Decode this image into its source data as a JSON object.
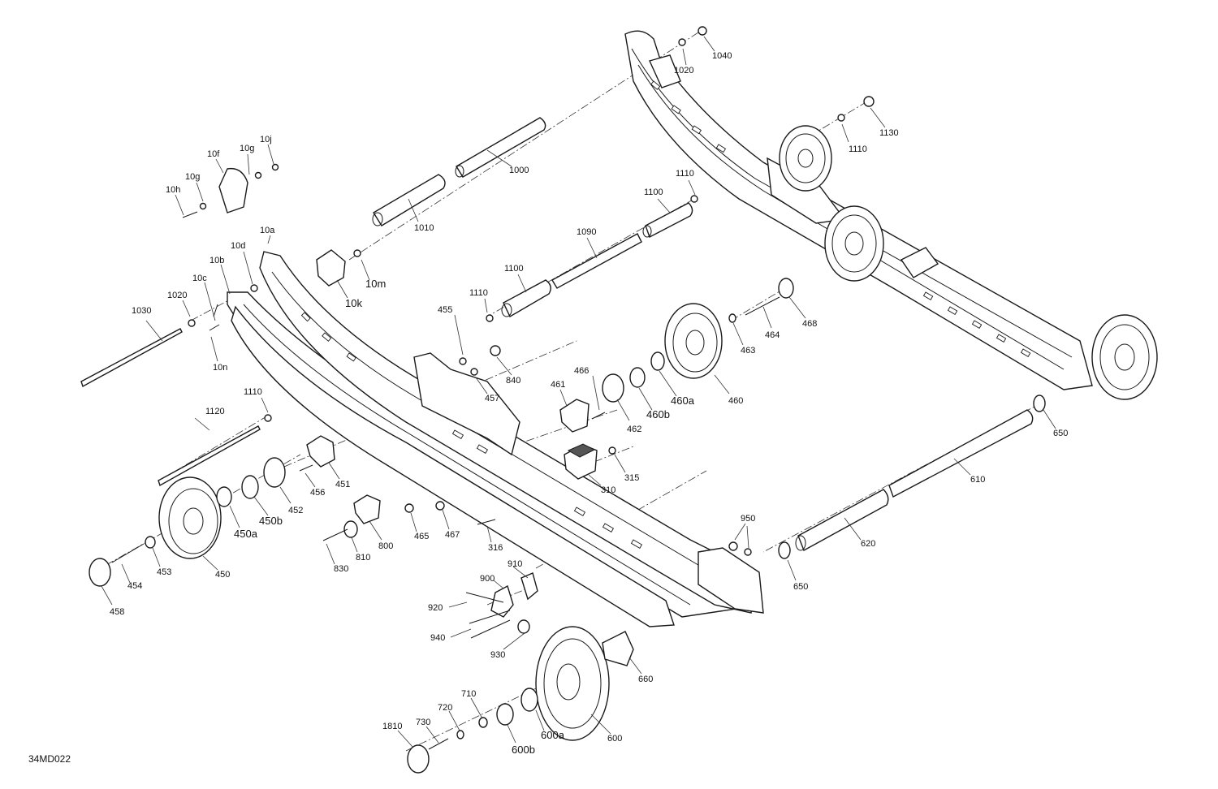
{
  "figure": {
    "id": "34MD022"
  },
  "labels": {
    "l1040": "1040",
    "l1020a": "1020",
    "l1130": "1130",
    "l1110a": "1110",
    "l1000": "1000",
    "l1010": "1010",
    "l1110b": "1110",
    "l1100a": "1100",
    "l1090": "1090",
    "l1100b": "1100",
    "l1110c": "1110",
    "l10f": "10f",
    "l10g1": "10g",
    "l10j": "10j",
    "l10g2": "10g",
    "l10h": "10h",
    "l10a": "10a",
    "l10d": "10d",
    "l10b": "10b",
    "l10c": "10c",
    "l10n": "10n",
    "l10m": "10m",
    "l10k": "10k",
    "l1020b": "1020",
    "l1030": "1030",
    "l455": "455",
    "l840": "840",
    "l457": "457",
    "l466": "466",
    "l461": "461",
    "l462": "462",
    "l460b": "460b",
    "l460a": "460a",
    "l460": "460",
    "l463": "463",
    "l464": "464",
    "l468": "468",
    "l315": "315",
    "l310": "310",
    "l316": "316",
    "l1110d": "1110",
    "l1120": "1120",
    "l456": "456",
    "l451": "451",
    "l452": "452",
    "l450b": "450b",
    "l450a": "450a",
    "l450": "450",
    "l453": "453",
    "l454": "454",
    "l458": "458",
    "l800": "800",
    "l810": "810",
    "l830": "830",
    "l465": "465",
    "l467": "467",
    "l650a": "650",
    "l610": "610",
    "l620": "620",
    "l650b": "650",
    "l950": "950",
    "l910": "910",
    "l900": "900",
    "l920": "920",
    "l940": "940",
    "l930": "930",
    "l660": "660",
    "l600": "600",
    "l600a": "600a",
    "l600b": "600b",
    "l710": "710",
    "l720": "720",
    "l730": "730",
    "l1810": "1810"
  },
  "colors": {
    "line": "#1a1a1a",
    "background": "#ffffff"
  }
}
